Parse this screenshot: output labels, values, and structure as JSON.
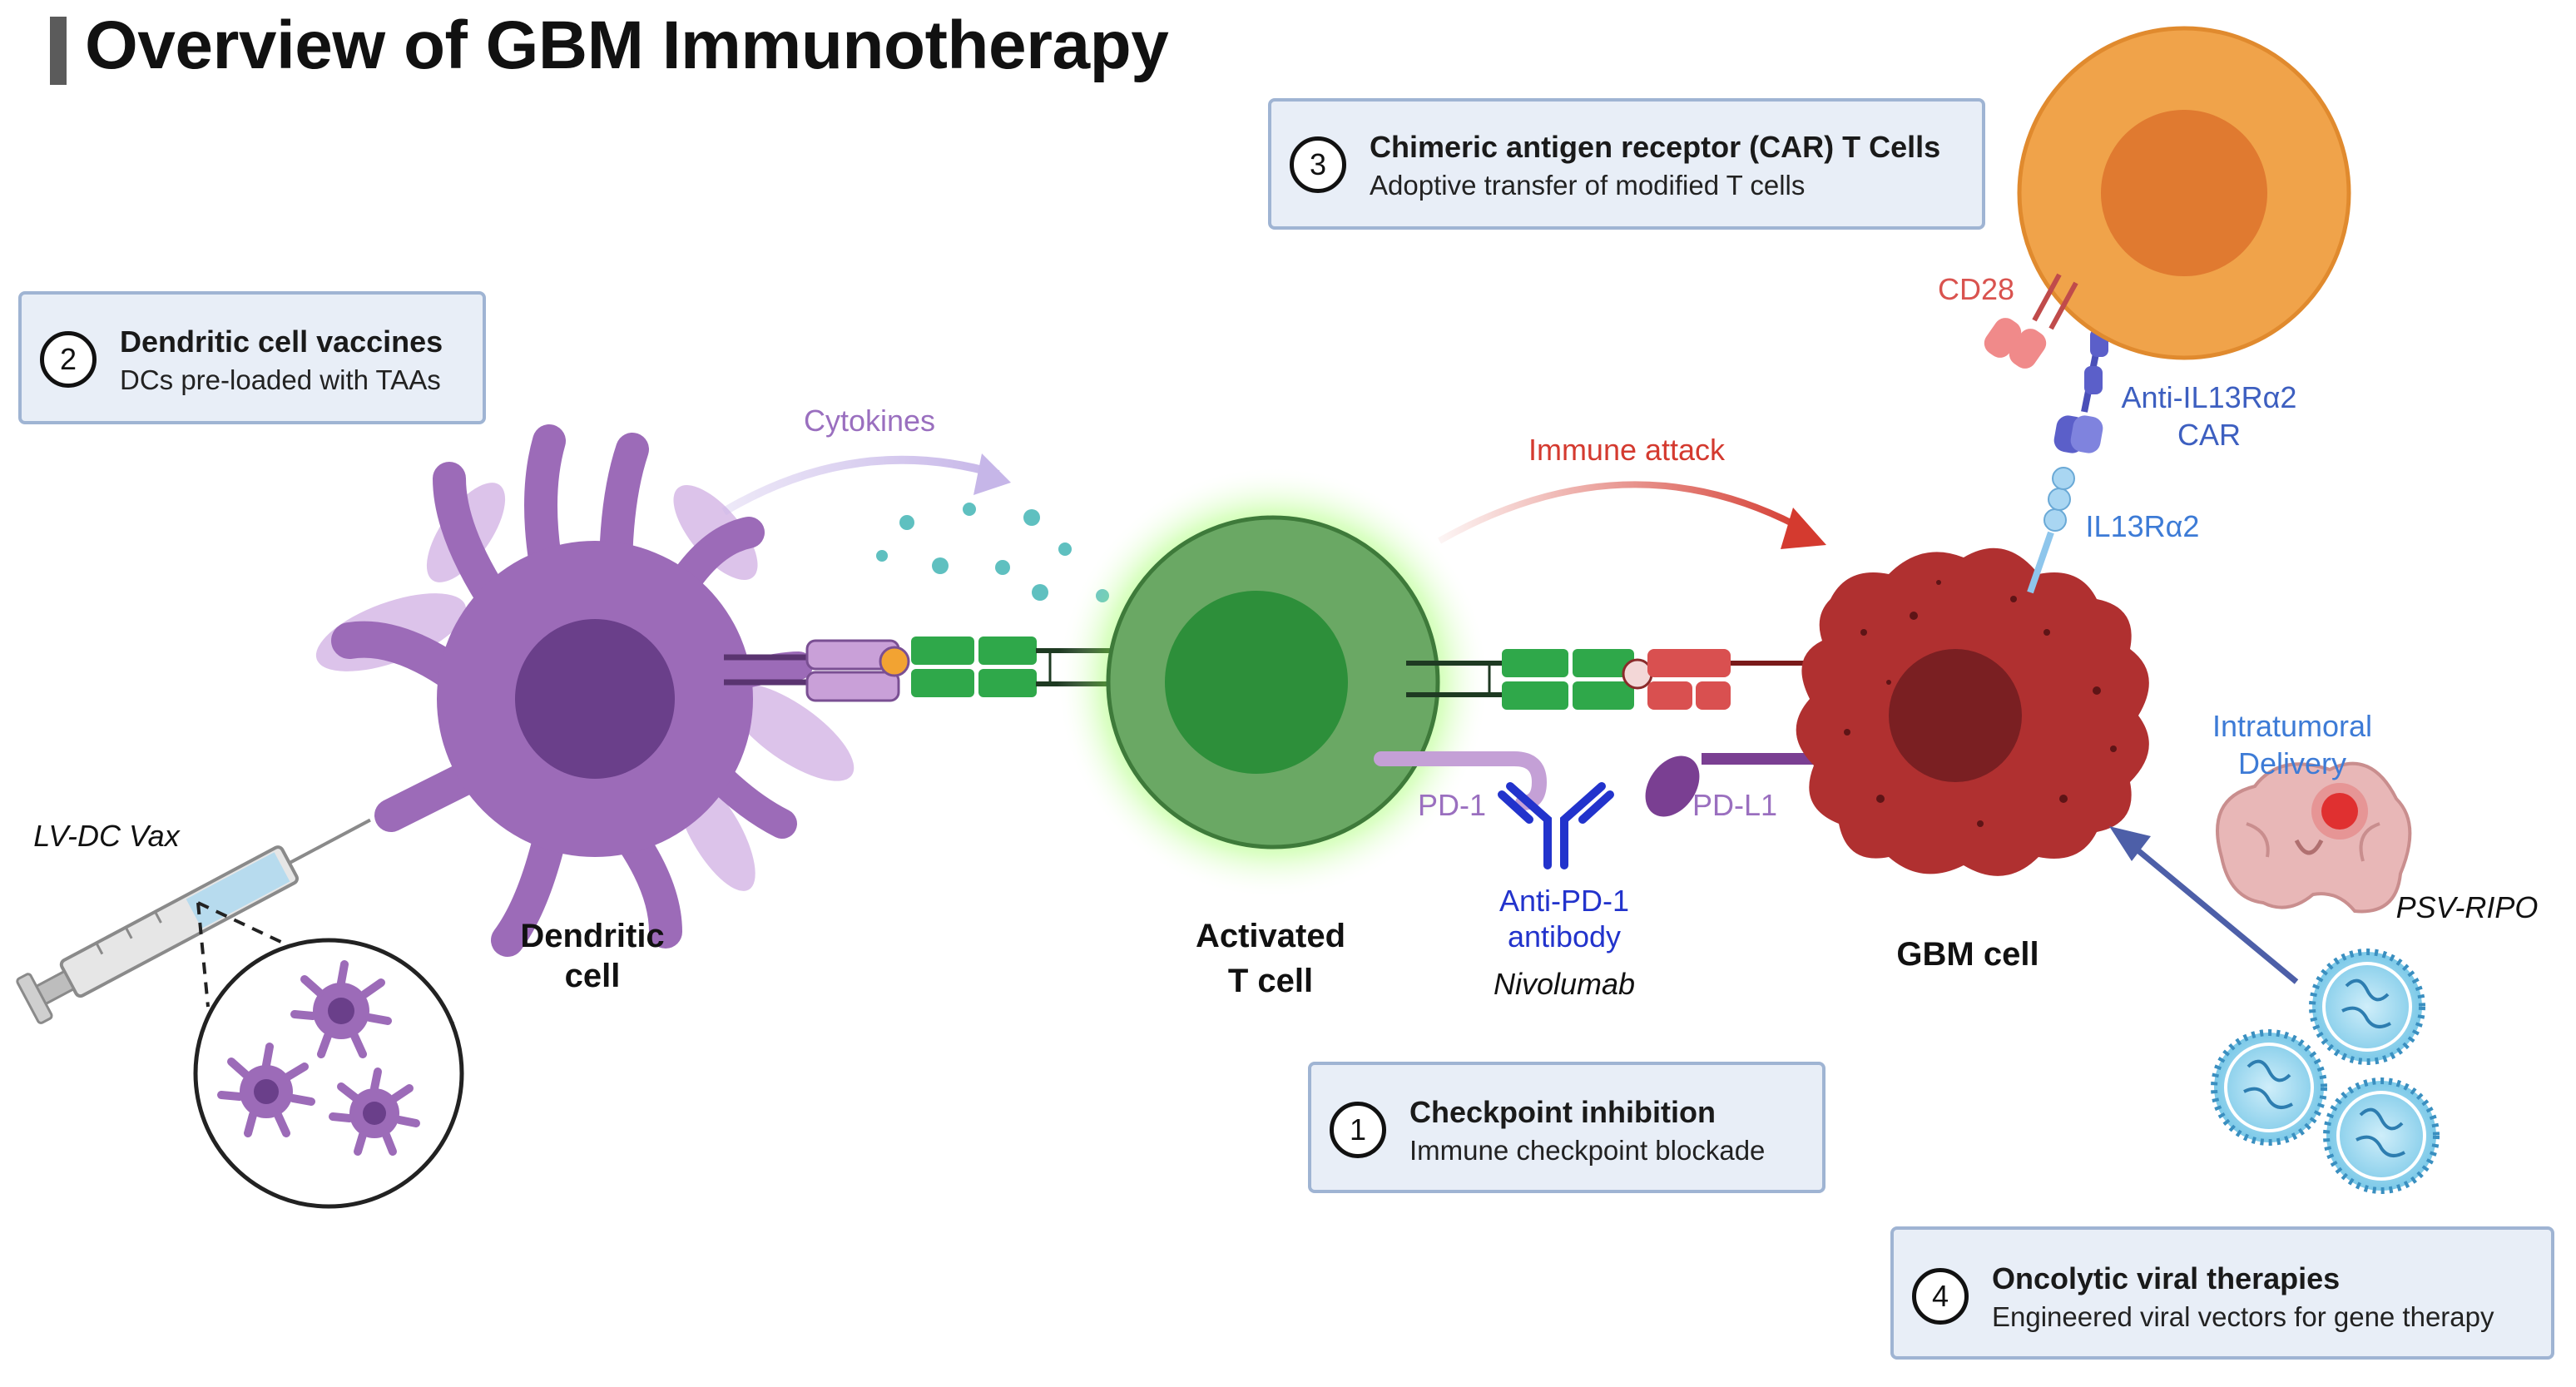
{
  "title": "Overview of GBM Immunotherapy",
  "boxes": {
    "box1": {
      "number": "1",
      "title": "Checkpoint inhibition",
      "subtitle": "Immune checkpoint blockade"
    },
    "box2": {
      "number": "2",
      "title": "Dendritic cell vaccines",
      "subtitle": "DCs pre-loaded with TAAs"
    },
    "box3": {
      "number": "3",
      "title": "Chimeric antigen receptor (CAR) T Cells",
      "subtitle": "Adoptive transfer of modified T cells"
    },
    "box4": {
      "number": "4",
      "title": "Oncolytic viral therapies",
      "subtitle": "Engineered viral vectors for gene therapy"
    }
  },
  "labels": {
    "cytokines": "Cytokines",
    "immune_attack": "Immune attack",
    "cd28": "CD28",
    "anti_il13_line1": "Anti-IL13Rα2",
    "anti_il13_line2": "CAR",
    "il13ra2": "IL13Rα2",
    "intratumoral_line1": "Intratumoral",
    "intratumoral_line2": "Delivery",
    "psv_ripo": "PSV-RIPO",
    "pd1": "PD-1",
    "pdl1": "PD-L1",
    "anti_pd1_line1": "Anti-PD-1",
    "anti_pd1_line2": "antibody",
    "nivolumab": "Nivolumab",
    "dendritic_line1": "Dendritic",
    "dendritic_line2": "cell",
    "tcell_line1": "Activated",
    "tcell_line2": "T cell",
    "gbm_cell": "GBM cell",
    "lv_dc_vax": "LV-DC Vax"
  },
  "colors": {
    "dendritic": "#9c6bb8",
    "dendritic_light": "#d9bfe6",
    "tcell": "#5f9e5a",
    "tcell_glow": "#7cff4a",
    "gbm": "#b03030",
    "car_t": "#f0a34a",
    "receptor_green": "#2fa84a",
    "antibody_blue": "#2233cc",
    "label_purple": "#9a6fbf",
    "label_red": "#d43a2f",
    "label_blue": "#3d5fc0",
    "box_fill": "#e8eef7",
    "box_border": "#9fb4d3"
  }
}
